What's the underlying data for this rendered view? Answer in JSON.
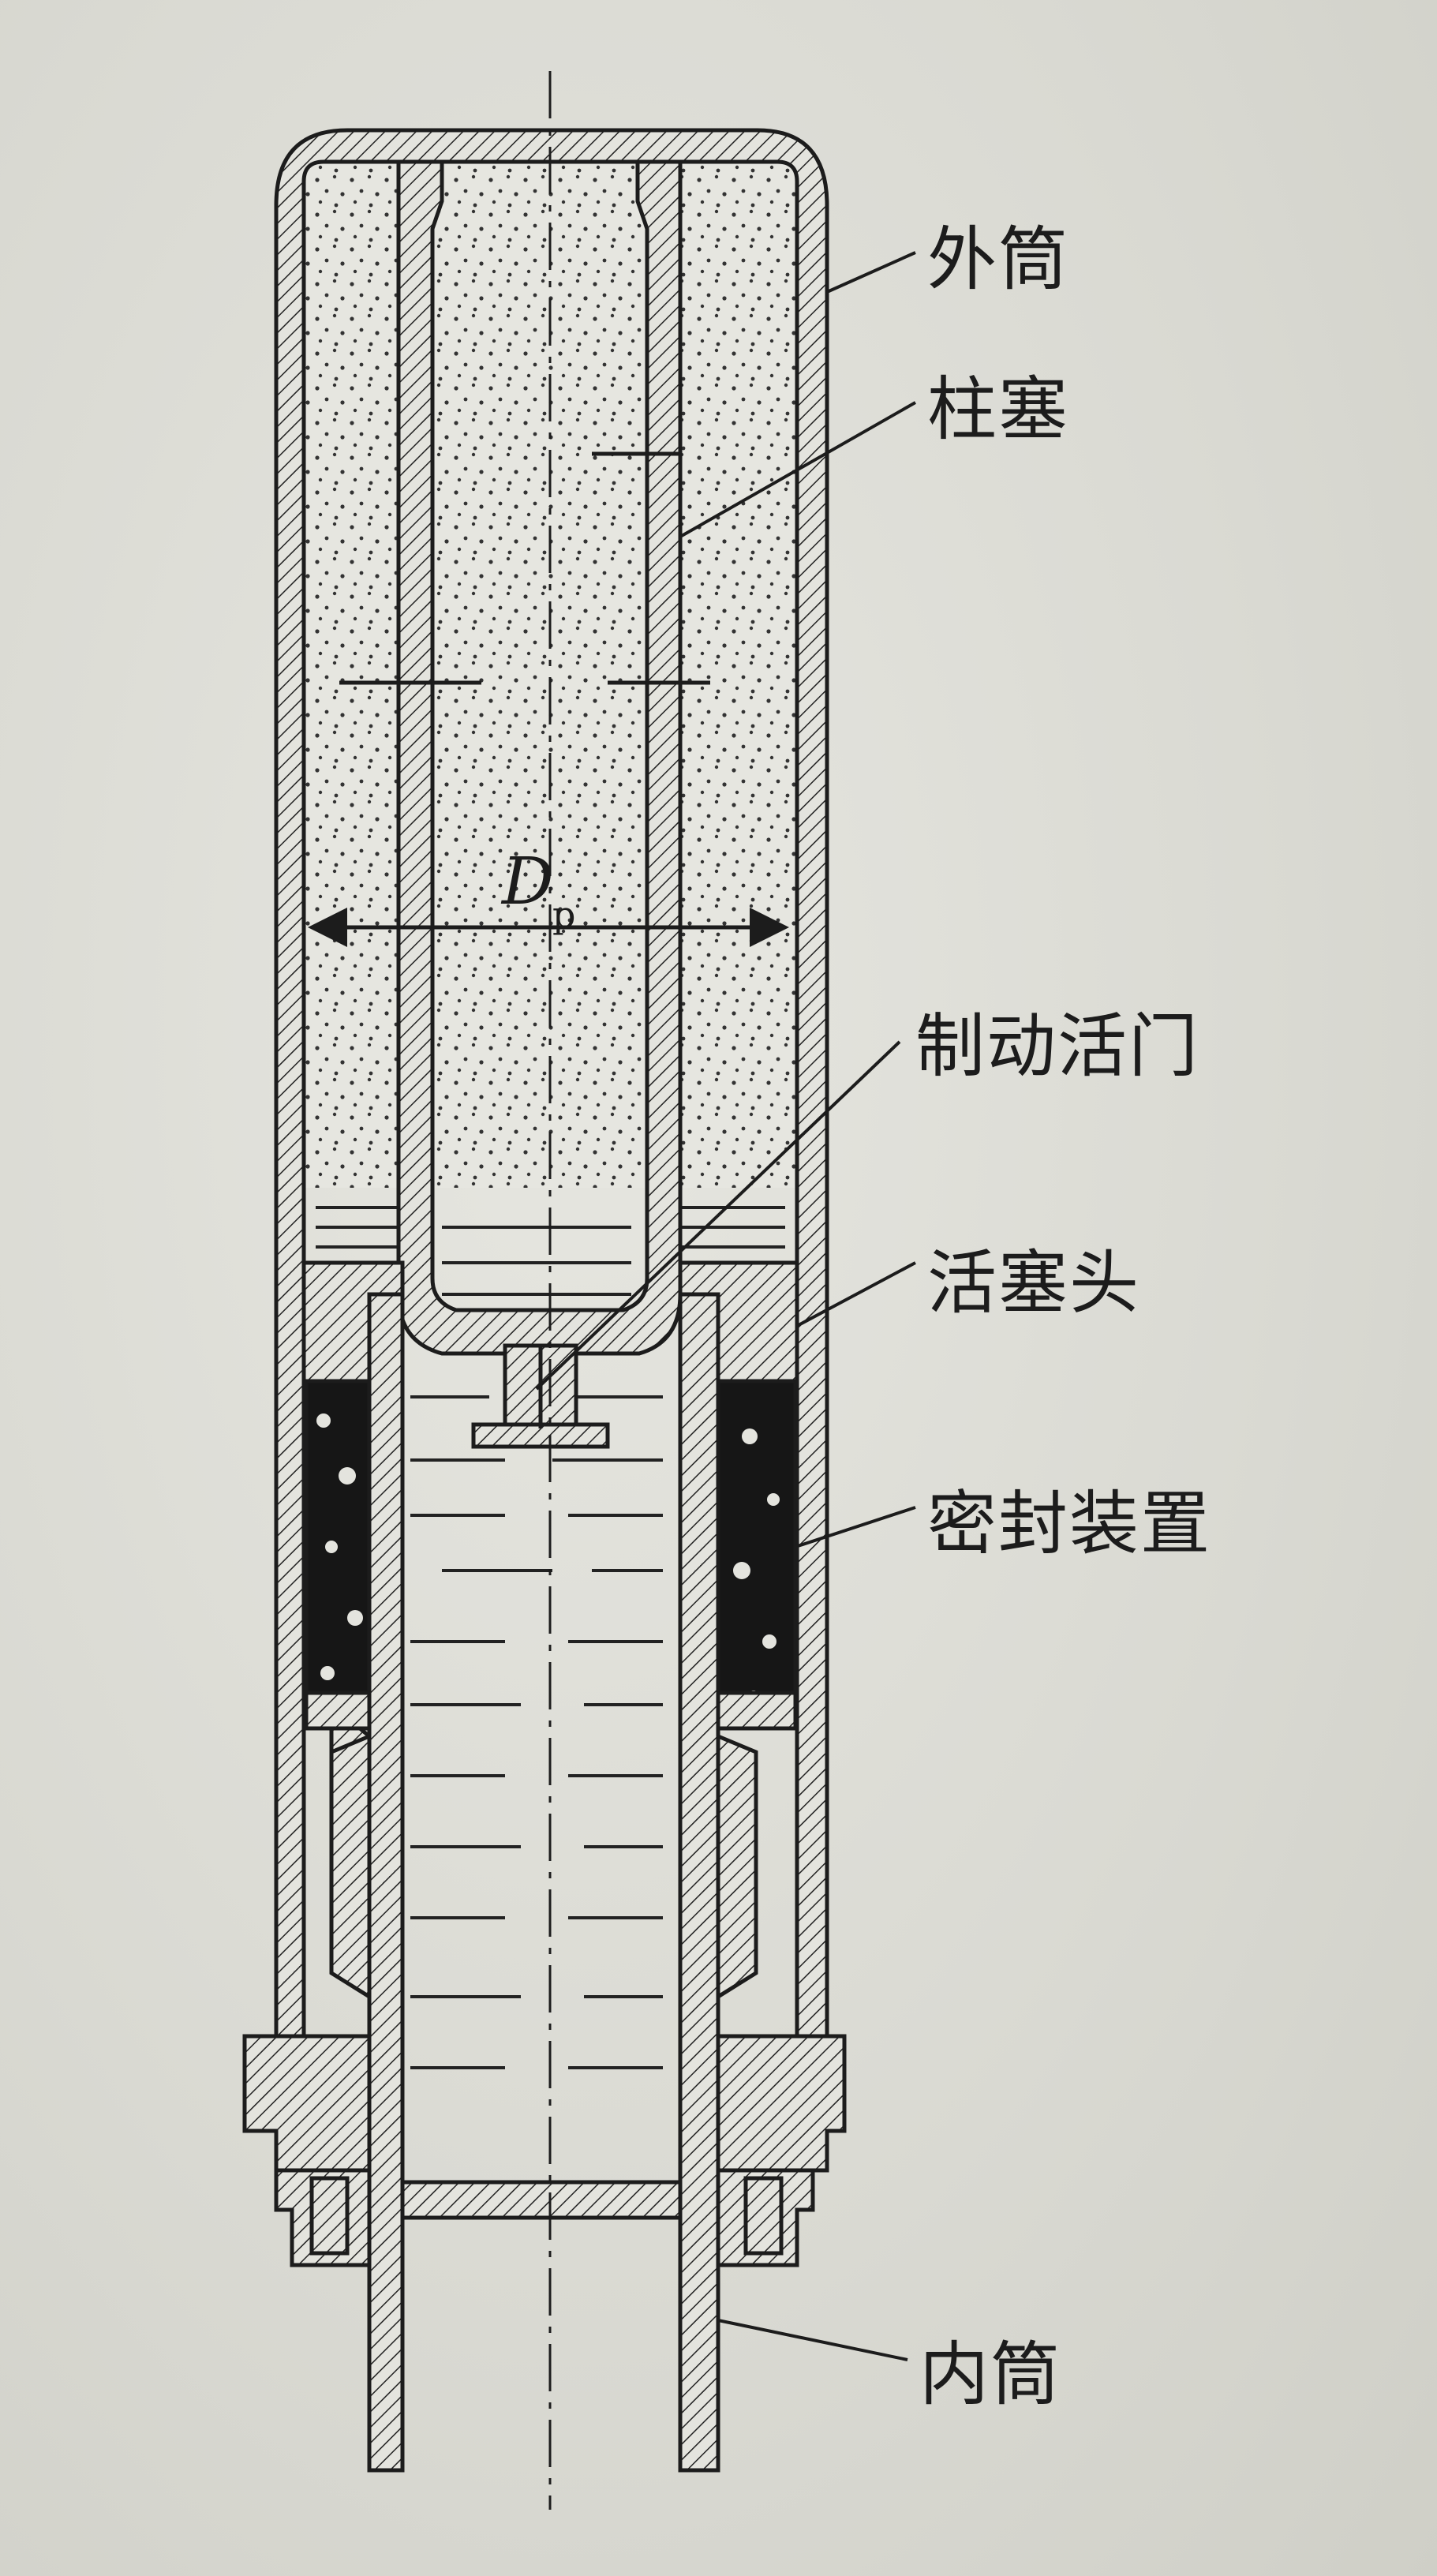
{
  "labels": {
    "outer_cylinder": "外筒",
    "plunger": "柱塞",
    "brake_valve": "制动活门",
    "piston_head": "活塞头",
    "seal_device": "密封装置",
    "inner_cylinder": "内筒"
  },
  "dimension": {
    "symbol": "D",
    "subscript": "p"
  },
  "colors": {
    "background": "#dcdcd6",
    "ink": "#1c1c1c",
    "seal_fill": "#161616"
  }
}
